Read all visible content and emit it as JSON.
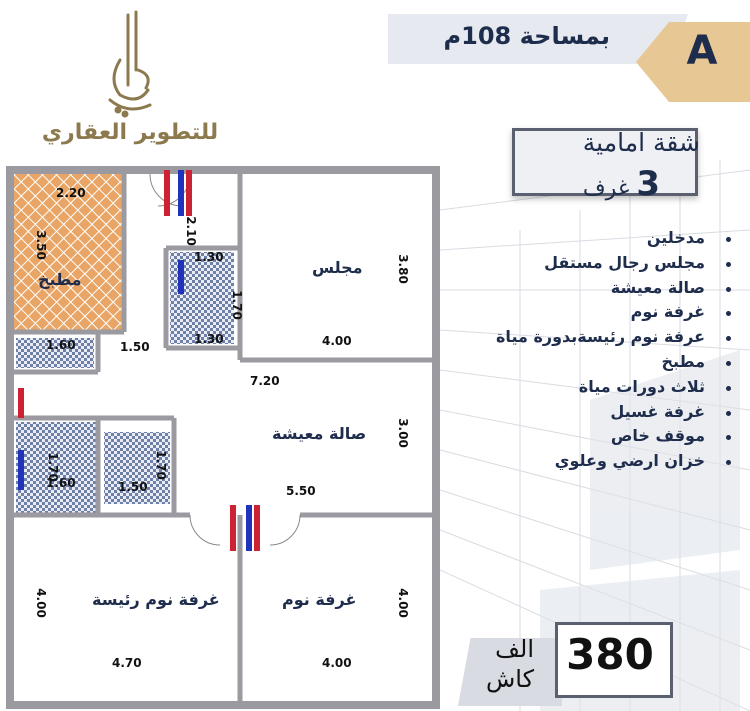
{
  "header": {
    "area_text": "بمساحة 108م",
    "plan_letter": "A"
  },
  "logo": {
    "tagline": "للتطوير العقاري",
    "mark_name": "developer-logo-calligraphy"
  },
  "apartment": {
    "title": "شقة امامية",
    "rooms_number": "3",
    "rooms_word": "غرف"
  },
  "features": [
    "مدخلين",
    "مجلس رجال مستقل",
    "صالة معيشة",
    "غرفة نوم",
    "عرفة نوم رئيسةبدورة مياة",
    "مطبخ",
    "ثلاث دورات مياة",
    "غرفة غسيل",
    "موقف خاص",
    "خزان ارضي وعلوي"
  ],
  "floor_plan": {
    "rooms": {
      "kitchen": "مطبخ",
      "majlis": "مجلس",
      "living": "صالة معيشة",
      "master_bedroom": "غرفة نوم رئيسة",
      "bedroom": "غرفة نوم"
    },
    "dimensions": {
      "kitchen_width": "2.20",
      "kitchen_height": "3.50",
      "entry_width": "2.10",
      "bath1_width": "1.30",
      "bath1_height": "1.70",
      "bath1_bottom": "1.30",
      "majlis_height": "3.80",
      "majlis_width": "4.00",
      "laundry_width": "1.60",
      "corridor_width": "1.50",
      "hall_length": "7.20",
      "living_height": "3.00",
      "bath2_height": "1.70",
      "bath2_width": "1.60",
      "bath3_height": "1.70",
      "bath3_width": "1.50",
      "living_width": "5.50",
      "master_height": "4.00",
      "master_width": "4.70",
      "bedroom_height": "4.00",
      "bedroom_width": "4.00"
    }
  },
  "price": {
    "amount": "380",
    "unit_line1": "الف",
    "unit_line2": "كاش"
  },
  "colors": {
    "navy": "#1f2d4d",
    "gold": "#e7c793",
    "kitchen_orange": "#e59a55",
    "bath_tile": "#6e7fa8",
    "door_red": "#cc2233",
    "door_blue": "#2233bb"
  }
}
